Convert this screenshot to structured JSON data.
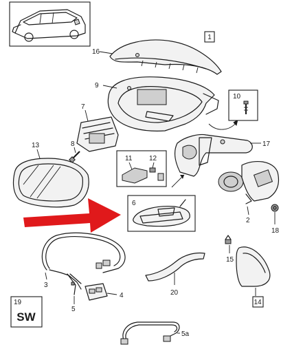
{
  "callouts": {
    "c1": "1",
    "c2": "2",
    "c3": "3",
    "c4": "4",
    "c5": "5",
    "c5a": "5a",
    "c6": "6",
    "c7": "7",
    "c8": "8",
    "c9": "9",
    "c10": "10",
    "c11": "11",
    "c12": "12",
    "c13": "13",
    "c14": "14",
    "c15": "15",
    "c16": "16",
    "c17": "17",
    "c18": "18",
    "c19": "19",
    "c20": "20"
  },
  "market_code": "SW",
  "colors": {
    "line": "#1a1a1a",
    "highlight_arrow": "#e0191b",
    "part_fill": "#f2f2f2"
  }
}
